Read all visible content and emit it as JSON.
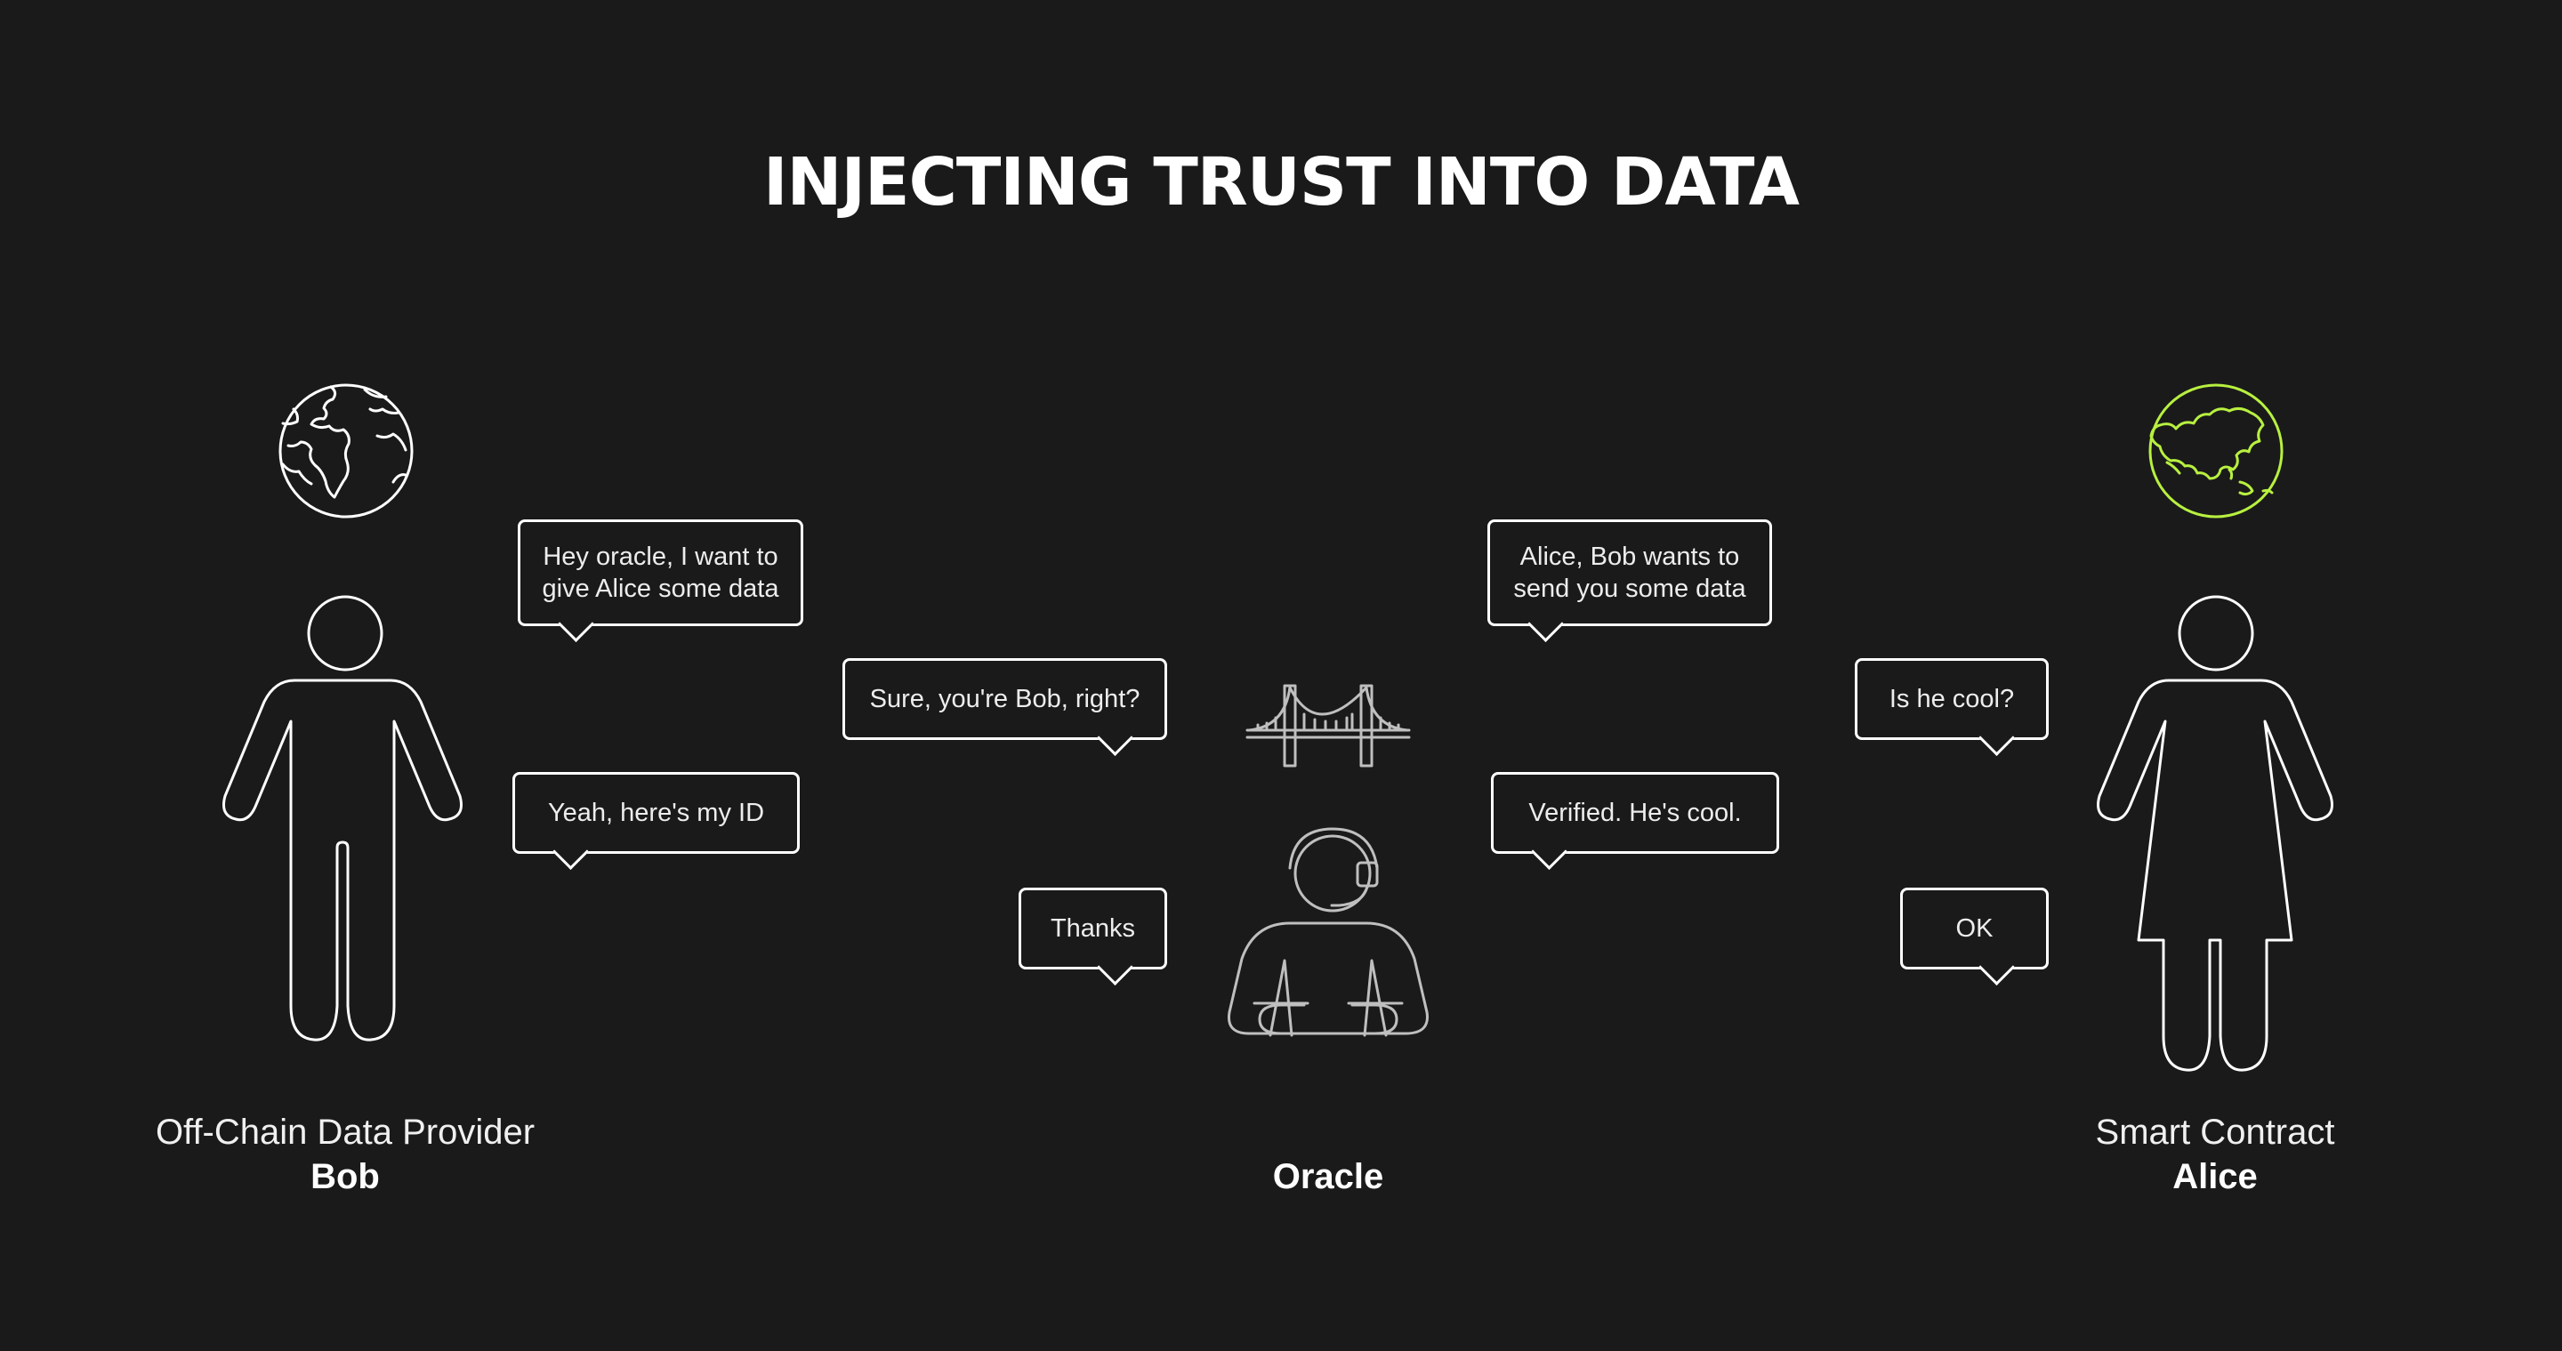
{
  "title": "INJECTING TRUST INTO DATA",
  "colors": {
    "background": "#1a1a1a",
    "stroke": "#ffffff",
    "oracle_stroke": "#bfbfbf",
    "accent_green": "#b8f040"
  },
  "actors": {
    "bob": {
      "role": "Off-Chain Data Provider",
      "name": "Bob",
      "icon": "person-male-icon",
      "globe": "globe-europe-africa-icon"
    },
    "oracle": {
      "role": "",
      "name": "Oracle",
      "icon": "support-agent-icon",
      "bridge": "bridge-icon"
    },
    "alice": {
      "role": "Smart Contract",
      "name": "Alice",
      "icon": "person-female-icon",
      "globe": "globe-asia-icon"
    }
  },
  "bubbles": {
    "bob_request": "Hey oracle, I want to give Alice some data",
    "oracle_confirm": "Sure, you're Bob, right?",
    "bob_id": "Yeah, here's my ID",
    "oracle_thanks": "Thanks",
    "oracle_to_alice": "Alice, Bob wants to send you some data",
    "alice_question": "Is he cool?",
    "oracle_verified": "Verified. He's cool.",
    "alice_ok": "OK"
  }
}
